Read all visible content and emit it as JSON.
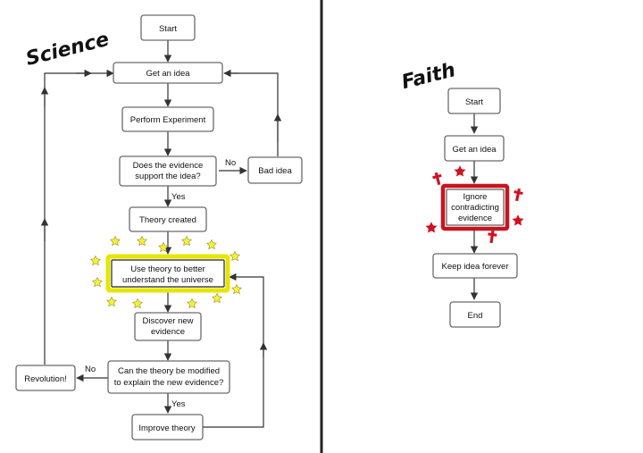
{
  "science": {
    "title": "Science",
    "nodes": {
      "start": "Start",
      "get_idea": "Get an idea",
      "perform": "Perform Experiment",
      "evidence_1": "Does the evidence",
      "evidence_2": "support the idea?",
      "bad_idea": "Bad idea",
      "theory_created": "Theory created",
      "use_theory_1": "Use theory to better",
      "use_theory_2": "understand the universe",
      "discover_1": "Discover new",
      "discover_2": "evidence",
      "modify_1": "Can the theory be modified",
      "modify_2": "to explain the new evidence?",
      "revolution": "Revolution!",
      "improve": "Improve theory"
    },
    "labels": {
      "no_1": "No",
      "yes_1": "Yes",
      "no_2": "No",
      "yes_2": "Yes"
    }
  },
  "faith": {
    "title": "Faith",
    "nodes": {
      "start": "Start",
      "get_idea": "Get an idea",
      "ignore_1": "Ignore",
      "ignore_2": "contradicting",
      "ignore_3": "evidence",
      "keep": "Keep idea forever",
      "end": "End"
    }
  },
  "colors": {
    "highlight_yellow": "#e6e600",
    "star_fill": "#f6f038",
    "faith_red": "#c8141e"
  }
}
